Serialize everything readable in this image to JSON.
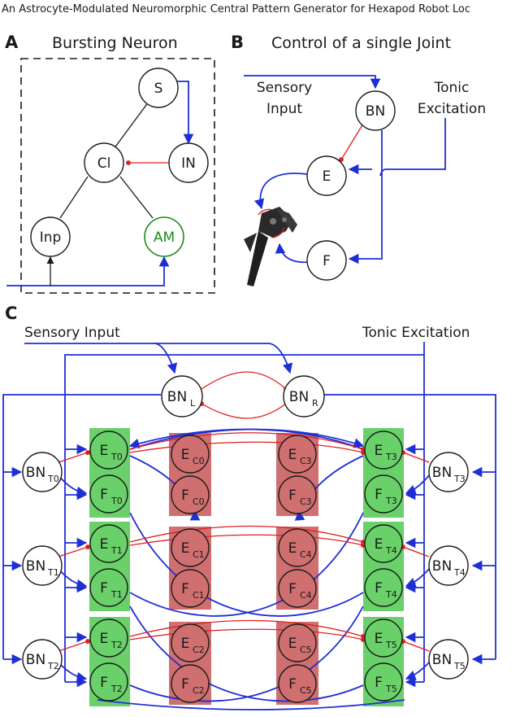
{
  "header": "An Astrocyte-Modulated Neuromorphic Central Pattern Generator for Hexapod Robot Loc",
  "panel_a": {
    "letter": "A",
    "title": "Bursting Neuron",
    "nodes": {
      "s": "S",
      "cl": "Cl",
      "in": "IN",
      "inp": "Inp",
      "am": "AM"
    }
  },
  "panel_b": {
    "letter": "B",
    "title": "Control of a single Joint",
    "sensory_line1": "Sensory",
    "sensory_line2": "Input",
    "tonic_line1": "Tonic",
    "tonic_line2": "Excitation",
    "nodes": {
      "bn": "BN",
      "e": "E",
      "f": "F"
    }
  },
  "panel_c": {
    "letter": "C",
    "sensory": "Sensory Input",
    "tonic": "Tonic Excitation",
    "bn_main": "BN",
    "bn_left_sub": "L",
    "bn_right_sub": "R",
    "bn_t": "BN",
    "e": "E",
    "f": "F",
    "subs": {
      "t0": "T0",
      "t1": "T1",
      "t2": "T2",
      "t3": "T3",
      "t4": "T4",
      "t5": "T5",
      "c0": "C0",
      "c1": "C1",
      "c2": "C2",
      "c3": "C3",
      "c4": "C4",
      "c5": "C5"
    }
  },
  "colors": {
    "excitatory": "#1f2fd6",
    "inhibitory": "#e02020",
    "thoracic": "#69d06a",
    "coxal": "#cf6f6f",
    "astrocyte": "#1a8c1a"
  }
}
